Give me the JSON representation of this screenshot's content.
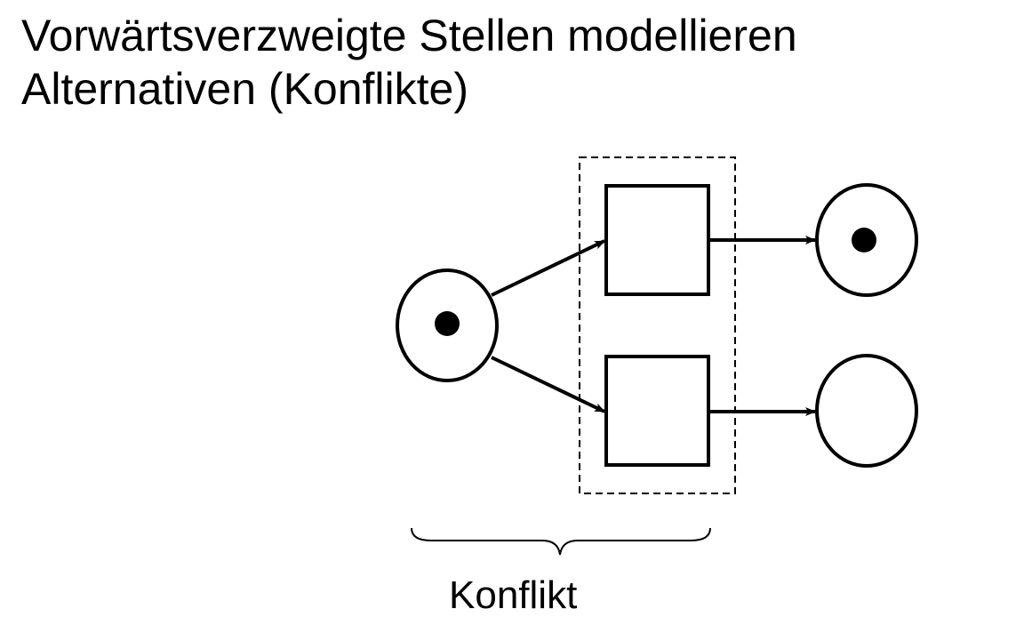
{
  "slide": {
    "title_line1": "Vorwärtsverzweigte Stellen modellieren",
    "title_line2": "Alternativen (Konflikte)"
  },
  "diagram": {
    "type": "petri-net",
    "places": [
      {
        "id": "p-input",
        "tokens": 1
      },
      {
        "id": "p-output-top",
        "tokens": 1
      },
      {
        "id": "p-output-bottom",
        "tokens": 0
      }
    ],
    "transitions": [
      {
        "id": "t-top"
      },
      {
        "id": "t-bottom"
      }
    ],
    "arcs": [
      {
        "from": "p-input",
        "to": "t-top"
      },
      {
        "from": "p-input",
        "to": "t-bottom"
      },
      {
        "from": "t-top",
        "to": "p-output-top"
      },
      {
        "from": "t-bottom",
        "to": "p-output-bottom"
      }
    ],
    "conflict_group": [
      "t-top",
      "t-bottom"
    ],
    "brace_label": "Konflikt"
  },
  "colors": {
    "stroke": "#000000",
    "background": "#ffffff"
  }
}
